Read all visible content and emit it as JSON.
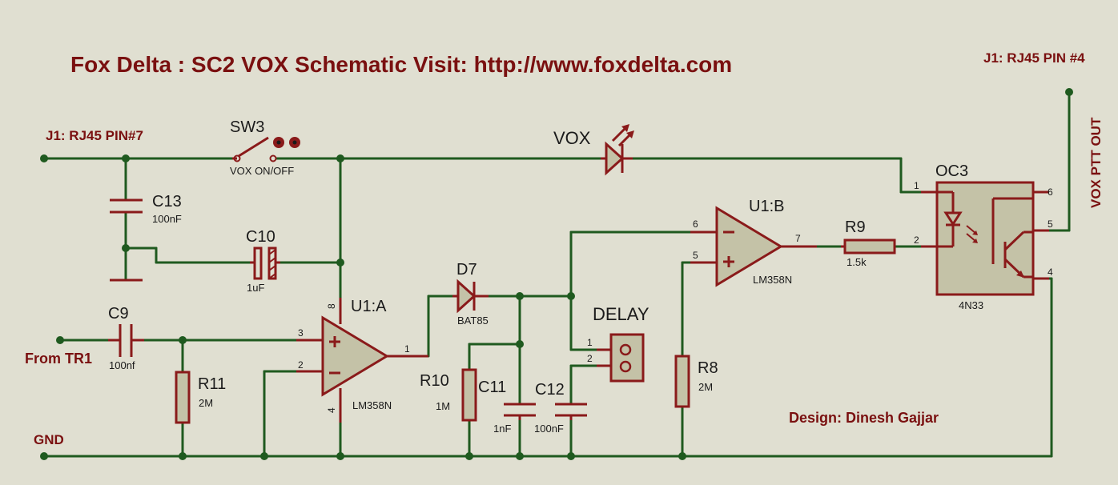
{
  "title": "Fox Delta :  SC2 VOX Schematic  Visit: http://www.foxdelta.com",
  "designer": "Design: Dinesh Gajjar",
  "nets": {
    "j1_pin7": "J1: RJ45 PIN#7",
    "j1_pin4": "J1: RJ45 PIN #4",
    "vox_ptt_out": "VOX PTT OUT",
    "from_tr1": "From TR1",
    "gnd": "GND"
  },
  "components": {
    "sw3": {
      "ref": "SW3",
      "label": "VOX ON/OFF"
    },
    "c13": {
      "ref": "C13",
      "value": "100nF"
    },
    "c10": {
      "ref": "C10",
      "value": "1uF"
    },
    "c9": {
      "ref": "C9",
      "value": "100nf"
    },
    "r11": {
      "ref": "R11",
      "value": "2M"
    },
    "u1a": {
      "ref": "U1:A",
      "part": "LM358N",
      "pin_plus": "3",
      "pin_minus": "2",
      "pin_out": "1",
      "pin_vcc": "8",
      "pin_gnd": "4"
    },
    "d7": {
      "ref": "D7",
      "part": "BAT85"
    },
    "r10": {
      "ref": "R10",
      "value": "1M"
    },
    "c11": {
      "ref": "C11",
      "value": "1nF"
    },
    "c12": {
      "ref": "C12",
      "value": "100nF"
    },
    "delay": {
      "ref": "DELAY",
      "pin1": "1",
      "pin2": "2"
    },
    "vox_led": {
      "ref": "VOX"
    },
    "u1b": {
      "ref": "U1:B",
      "part": "LM358N",
      "pin_minus": "6",
      "pin_plus": "5",
      "pin_out": "7"
    },
    "r8": {
      "ref": "R8",
      "value": "2M"
    },
    "r9": {
      "ref": "R9",
      "value": "1.5k"
    },
    "oc3": {
      "ref": "OC3",
      "part": "4N33",
      "p1": "1",
      "p2": "2",
      "p4": "4",
      "p5": "5",
      "p6": "6"
    }
  }
}
